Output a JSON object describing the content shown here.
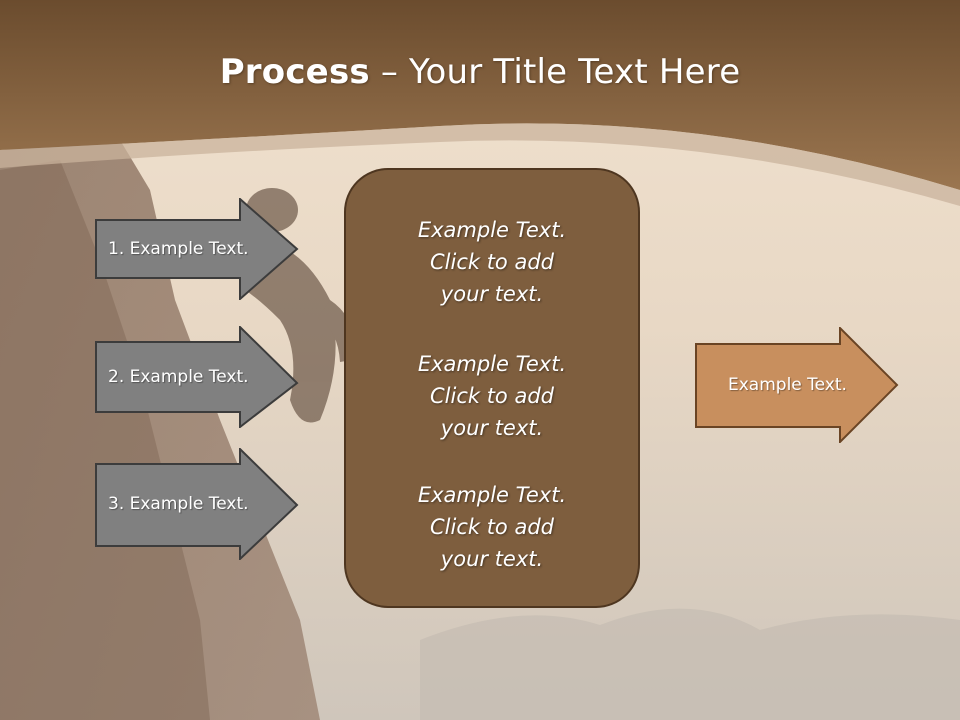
{
  "slide": {
    "title_bold": "Process",
    "title_rest": " – Your Title Text Here",
    "colors": {
      "header_brown": "#8a6440",
      "center_box": "#7e5e3e",
      "gray_arrow": "#808080",
      "accent_arrow": "#c88f5e"
    }
  },
  "left_arrows": [
    {
      "label": "1. Example Text."
    },
    {
      "label": "2. Example Text."
    },
    {
      "label": "3. Example Text."
    }
  ],
  "center_box": {
    "paragraphs": [
      {
        "line1": "Example Text.",
        "line2": "Click  to add",
        "line3": "your text."
      },
      {
        "line1": "Example Text.",
        "line2": "Click  to add",
        "line3": "your text."
      },
      {
        "line1": "Example Text.",
        "line2": "Click  to add",
        "line3": "your text."
      }
    ]
  },
  "right_arrow": {
    "label": "Example Text."
  }
}
